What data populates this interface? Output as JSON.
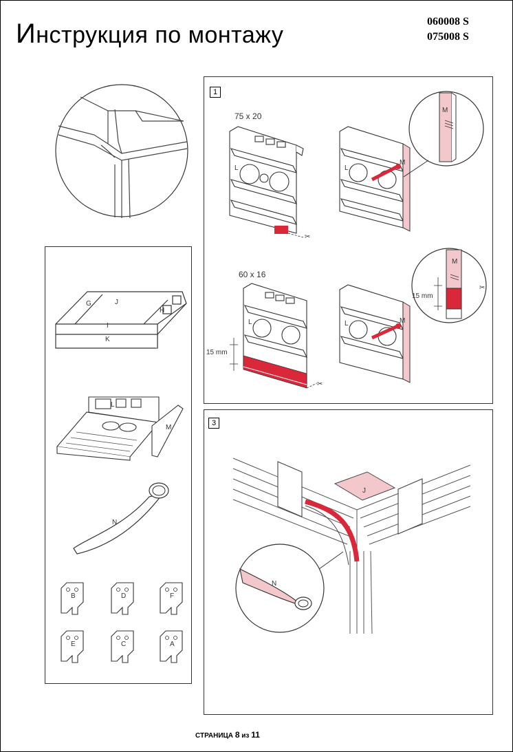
{
  "header": {
    "title_first": "И",
    "title_rest": "нструкция по монтажу",
    "codes": [
      "060008 S",
      "075008 S"
    ]
  },
  "step1": {
    "number": "1",
    "dim_top": "75 x 20",
    "dim_bottom": "60 x 16",
    "measure_left": "15 mm",
    "measure_right": "15 mm",
    "labels": {
      "L": "L",
      "M": "M"
    }
  },
  "step3": {
    "number": "3",
    "labels": {
      "J": "J",
      "N": "N"
    }
  },
  "parts": {
    "corner_labels": [
      "G",
      "J",
      "H",
      "I",
      "K"
    ],
    "box_labels": [
      "L",
      "M"
    ],
    "tube_label": "N",
    "clips": [
      "B",
      "D",
      "F",
      "E",
      "C",
      "A"
    ]
  },
  "footer": {
    "prefix": "СТРАНИЦА",
    "current": "8",
    "sep": "из",
    "total": "11"
  },
  "colors": {
    "accent": "#d8283a",
    "pink": "#f3c8cc",
    "line": "#333333"
  }
}
